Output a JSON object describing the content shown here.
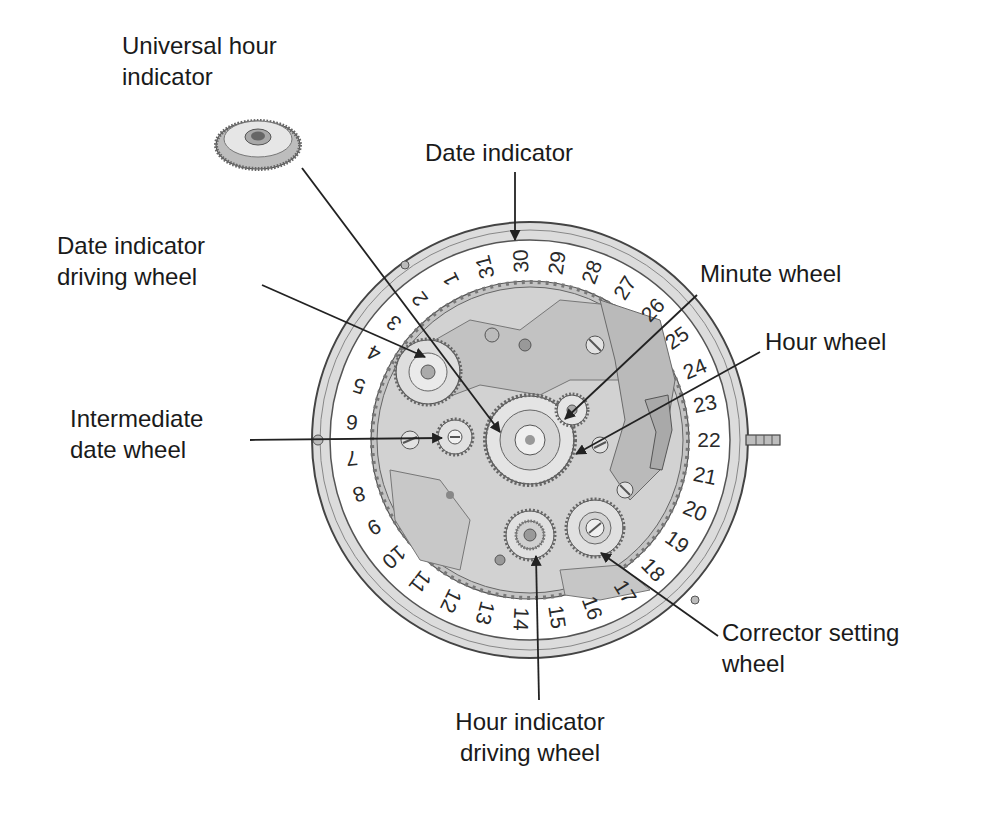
{
  "diagram": {
    "labels": [
      "Universal hour indicator",
      "Date indicator",
      "Date indicator driving wheel",
      "Minute wheel",
      "Hour wheel",
      "Intermediate date wheel",
      "Corrector setting wheel",
      "Hour indicator driving wheel",
      "1",
      "2",
      "3",
      "4",
      "5",
      "6",
      "7",
      "8",
      "9",
      "10",
      "11",
      "12",
      "13",
      "14",
      "15",
      "16",
      "17",
      "18",
      "19",
      "20",
      "21",
      "22",
      "23",
      "24",
      "25",
      "26",
      "27",
      "28",
      "29",
      "30",
      "31"
    ]
  }
}
